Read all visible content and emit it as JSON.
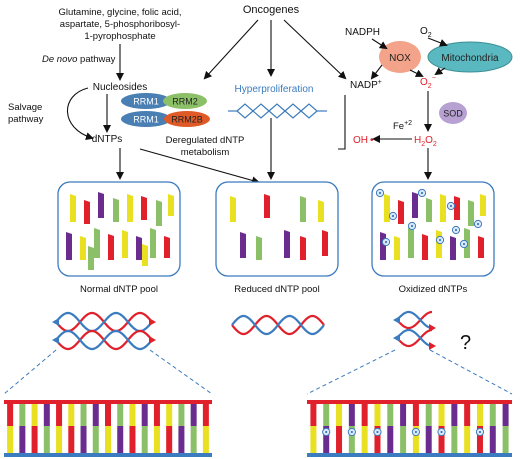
{
  "top": {
    "oncogenes": "Oncogenes",
    "precursors_line1": "Glutamine, glycine, folic acid,",
    "precursors_line2": "aspartate, 5-phosphoribosyl-",
    "precursors_line3": "1-pyrophosphate",
    "de_novo_italic": "De novo",
    "de_novo_rest": " pathway",
    "nucleosides": "Nucleosides",
    "salvage_line1": "Salvage",
    "salvage_line2": "pathway",
    "dntps": "dNTPs",
    "rrm1_a": "RRM1",
    "rrm2": "RRM2",
    "rrm1_b": "RRM1",
    "rrm2b": "RRM2B",
    "dereg_line1": "Deregulated dNTP",
    "dereg_line2": "metabolism",
    "hyperproliferation": "Hyperproliferation"
  },
  "ros": {
    "nadph": "NADPH",
    "nox": "NOX",
    "mitochondria": "Mitochondria",
    "o2_label": "O",
    "o2_sub": "2",
    "o2minus_label": "O",
    "o2minus_sub": "2",
    "o2minus_sup": "−",
    "nadp_label": "NADP",
    "nadp_sup": "+",
    "sod": "SOD",
    "fe_label": "Fe",
    "fe_sup": "+2",
    "h2o2_h": "H",
    "h2o2_2a": "2",
    "h2o2_o": "O",
    "h2o2_2b": "2",
    "oh": "OH",
    "oh_dot": "•"
  },
  "pools": {
    "normal": "Normal dNTP pool",
    "reduced": "Reduced dNTP pool",
    "oxidized": "Oxidized dNTPs"
  },
  "dna": {
    "question": "?"
  },
  "colors": {
    "dntp_red": "#e0202a",
    "dntp_yellow": "#e8e020",
    "dntp_purple": "#6a2d8f",
    "dntp_green": "#8cc068",
    "helix_red": "#e0202a",
    "helix_blue": "#3b7bbf",
    "pool_border": "#3b7bbf",
    "nox_fill": "#f2a38a",
    "mito_fill": "#5ab9c0",
    "sod_fill": "#b7a1d2",
    "ros_text": "#e0202a",
    "hyper_text": "#3b7bbf",
    "rrm_blue": "#4a7fb3",
    "rrm_green": "#8cc068",
    "rrm_orange": "#e05a28"
  }
}
